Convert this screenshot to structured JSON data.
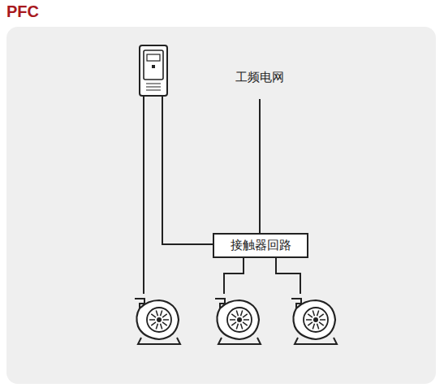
{
  "diagram": {
    "title": "PFC",
    "nodes": [
      {
        "text": [
          "接触器回路"
        ]
      }
    ],
    "labels": [
      "工频电网"
    ]
  }
}
